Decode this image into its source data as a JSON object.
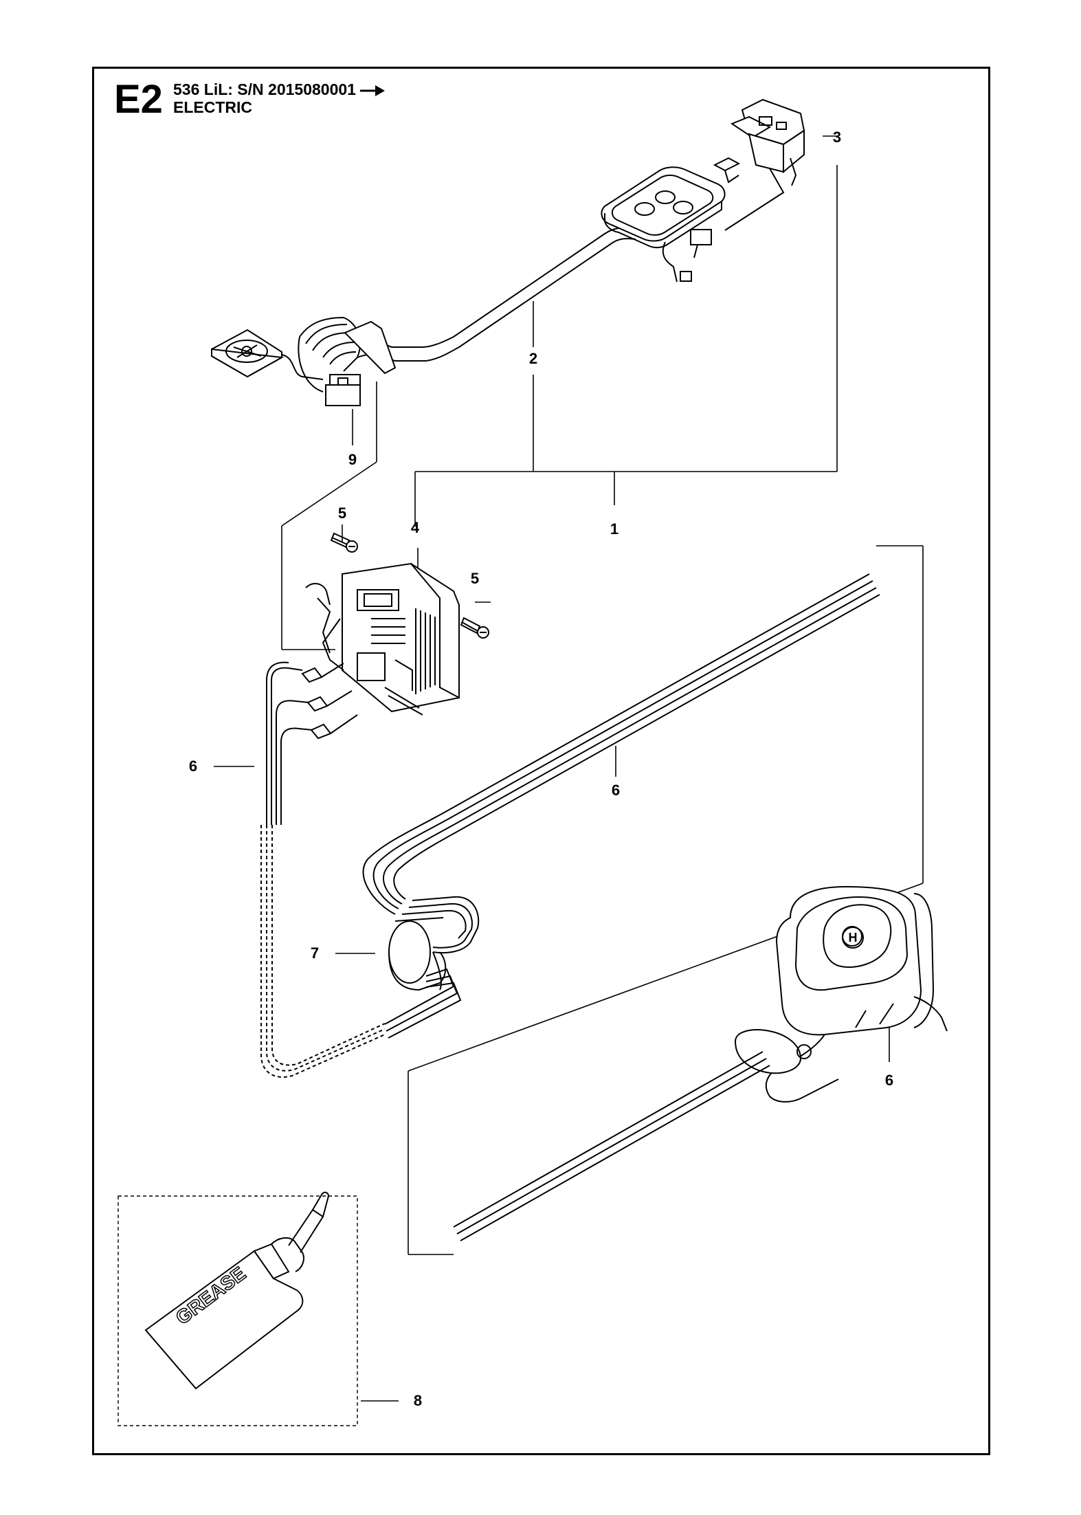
{
  "header": {
    "section_code": "E2",
    "model_line": "536 LiL: S/N  2015080001",
    "section_title": "ELECTRIC"
  },
  "callouts": {
    "c1": "1",
    "c2": "2",
    "c3": "3",
    "c4": "4",
    "c5a": "5",
    "c5b": "5",
    "c6a": "6",
    "c6b": "6",
    "c6c": "6",
    "c7": "7",
    "c8": "8",
    "c9": "9"
  },
  "grease_label": "GREASE",
  "logo_mark": "H"
}
